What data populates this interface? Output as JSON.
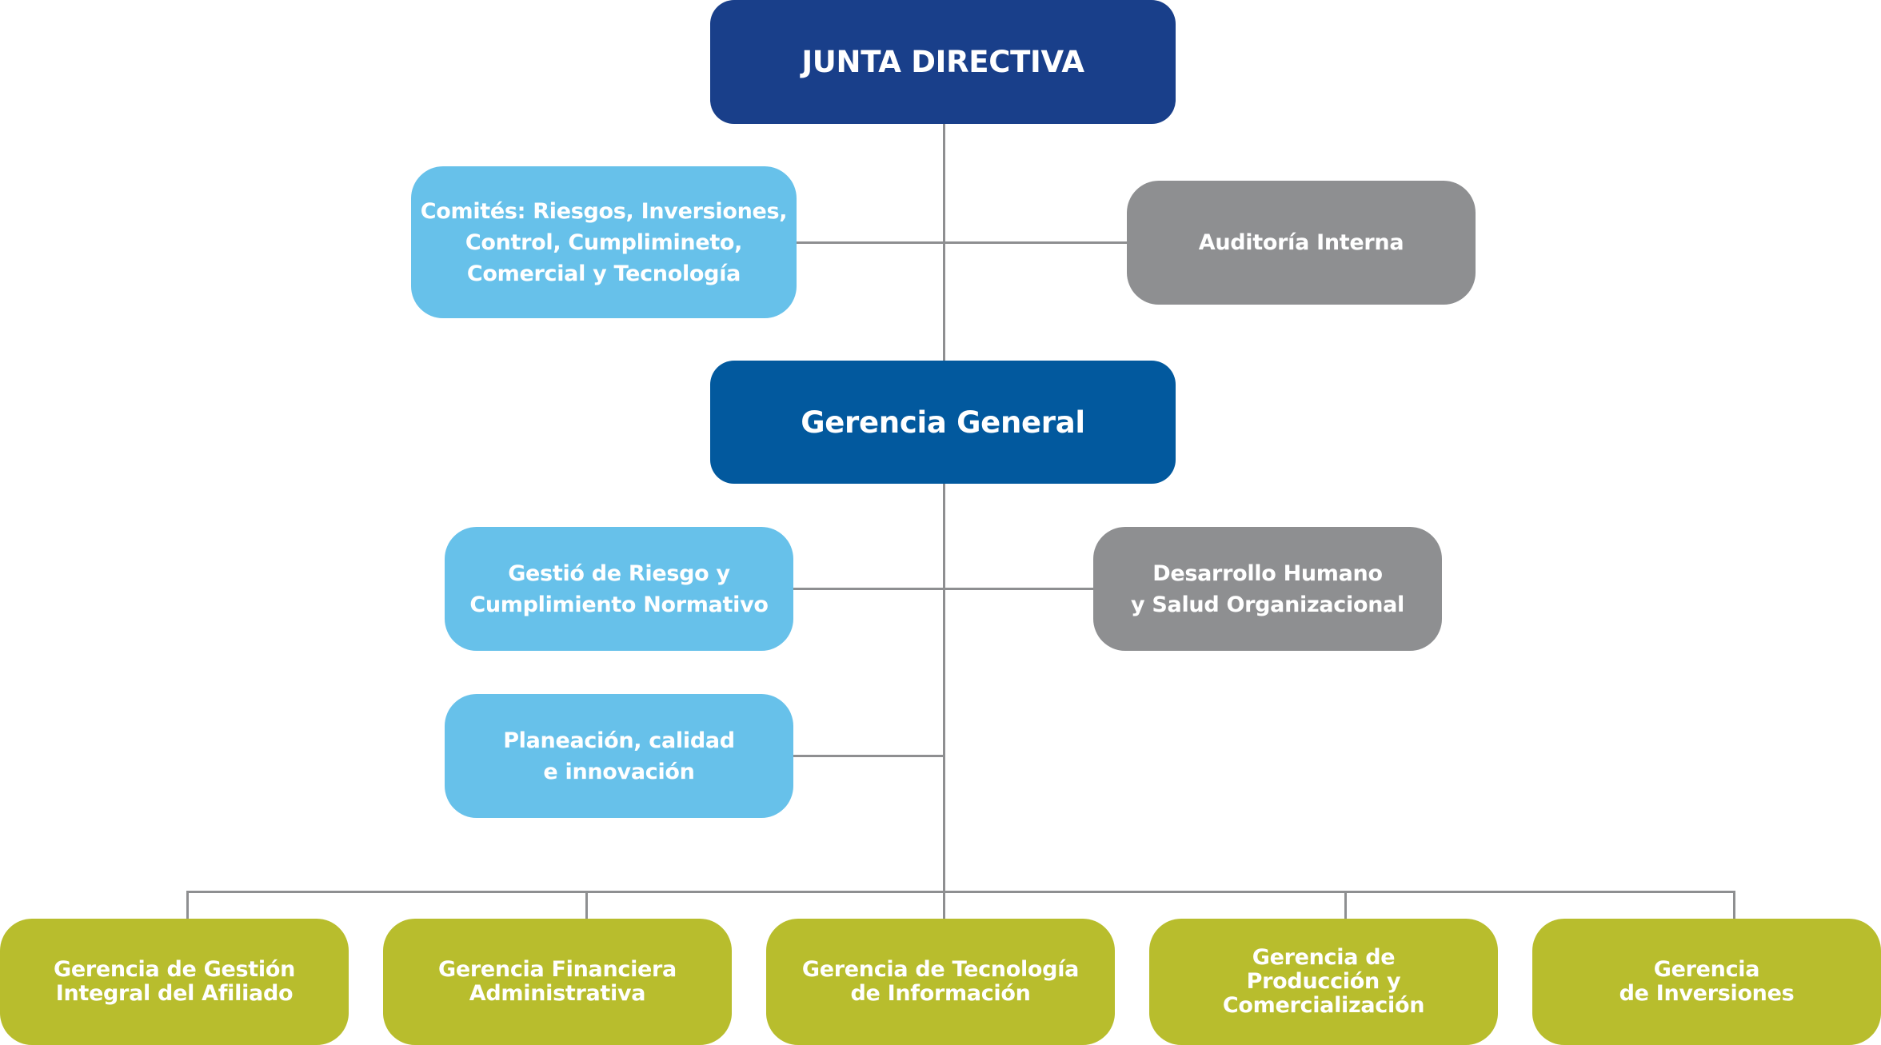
{
  "diagram": {
    "type": "org-chart",
    "colors": {
      "board": "#193f8a",
      "general_management": "#02599e",
      "support_units": "#67c1ea",
      "control_units": "#8e8f91",
      "managements": "#b8bd2d",
      "connectors": "#8e8f91",
      "text": "#ffffff"
    },
    "nodes": {
      "junta_directiva": "JUNTA DIRECTIVA",
      "comites": "Comités: Riesgos, Inversiones,\nControl, Cumplimineto,\nComercial y Tecnología",
      "auditoria_interna": "Auditoría Interna",
      "gerencia_general": "Gerencia General",
      "gestion_riesgo": "Gestió de Riesgo y\nCumplimiento Normativo",
      "desarrollo_humano": "Desarrollo Humano\ny Salud Organizacional",
      "planeacion": "Planeación, calidad\ne innovación"
    },
    "managements": [
      {
        "label": "Gerencia de Gestión\nIntegral del Afiliado"
      },
      {
        "label": "Gerencia Financiera\nAdministrativa"
      },
      {
        "label": "Gerencia de Tecnología\nde Información"
      },
      {
        "label": "Gerencia de\nProducción y\nComercialización"
      },
      {
        "label": "Gerencia\nde Inversiones"
      }
    ],
    "edges": [
      [
        "junta_directiva",
        "gerencia_general"
      ],
      [
        "junta_directiva",
        "comites"
      ],
      [
        "junta_directiva",
        "auditoria_interna"
      ],
      [
        "gerencia_general",
        "gestion_riesgo"
      ],
      [
        "gerencia_general",
        "desarrollo_humano"
      ],
      [
        "gerencia_general",
        "planeacion"
      ],
      [
        "gerencia_general",
        "managements.0"
      ],
      [
        "gerencia_general",
        "managements.1"
      ],
      [
        "gerencia_general",
        "managements.2"
      ],
      [
        "gerencia_general",
        "managements.3"
      ],
      [
        "gerencia_general",
        "managements.4"
      ]
    ]
  }
}
